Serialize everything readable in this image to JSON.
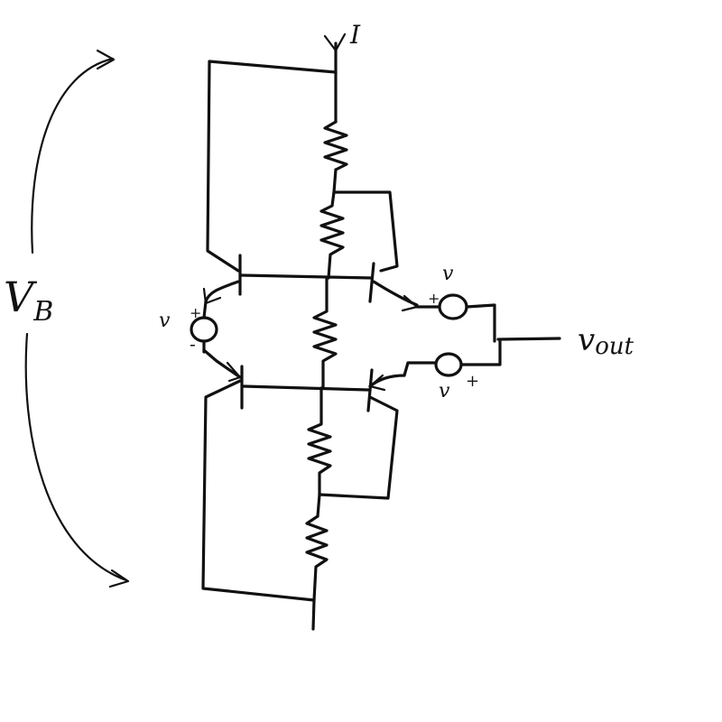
{
  "diagram": {
    "labels": {
      "current": "I",
      "bias_voltage": "V",
      "bias_voltage_sub": "B",
      "output": "v",
      "output_sub": "out"
    },
    "sources": [
      {
        "name": "left-source",
        "value": "v",
        "plus": "+",
        "minus": "-"
      },
      {
        "name": "top-right-source",
        "value": "v",
        "plus": "+"
      },
      {
        "name": "bottom-right-source",
        "value": "v",
        "plus": "+"
      }
    ]
  }
}
